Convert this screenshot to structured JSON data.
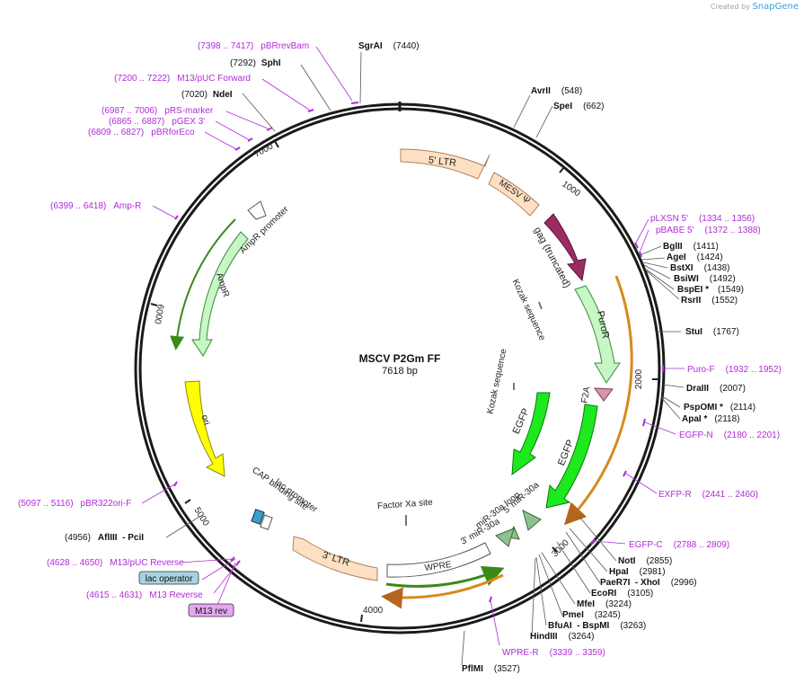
{
  "branding": {
    "created_by": "Created by",
    "brand": "SnapGene"
  },
  "plasmid": {
    "name": "MSCV P2Gm FF",
    "size": "7618 bp",
    "total_bp": 7618
  },
  "ticks": [
    "1000",
    "2000",
    "3000",
    "4000",
    "5000",
    "6000",
    "7000"
  ],
  "primer_color": "#b12bd6",
  "sites": [
    {
      "name": "SgrAI",
      "pos": "(7440)",
      "bp": 7440
    },
    {
      "name": "SphI",
      "pos": "(7292)",
      "bp": 7292
    },
    {
      "name": "NdeI",
      "pos": "(7020)",
      "bp": 7020
    },
    {
      "name": "AvrII",
      "pos": "(548)",
      "bp": 548
    },
    {
      "name": "SpeI",
      "pos": "(662)",
      "bp": 662
    },
    {
      "name": "BglII",
      "pos": "(1411)",
      "bp": 1411
    },
    {
      "name": "AgeI",
      "pos": "(1424)",
      "bp": 1424
    },
    {
      "name": "BstXI",
      "pos": "(1438)",
      "bp": 1438
    },
    {
      "name": "BsiWI",
      "pos": "(1492)",
      "bp": 1492
    },
    {
      "name": "BspEI *",
      "pos": "(1549)",
      "bp": 1549
    },
    {
      "name": "RsrII",
      "pos": "(1552)",
      "bp": 1552
    },
    {
      "name": "StuI",
      "pos": "(1767)",
      "bp": 1767
    },
    {
      "name": "DraIII",
      "pos": "(2007)",
      "bp": 2007
    },
    {
      "name": "PspOMI *",
      "pos": "(2114)",
      "bp": 2114
    },
    {
      "name": "ApaI *",
      "pos": "(2118)",
      "bp": 2118
    },
    {
      "name": "NotI",
      "pos": "(2855)",
      "bp": 2855
    },
    {
      "name": "HpaI",
      "pos": "(2981)",
      "bp": 2981
    },
    {
      "name": "PaeR7I  - XhoI",
      "pos": "(2996)",
      "bp": 2996
    },
    {
      "name": "EcoRI",
      "pos": "(3105)",
      "bp": 3105
    },
    {
      "name": "MfeI",
      "pos": "(3224)",
      "bp": 3224
    },
    {
      "name": "PmeI",
      "pos": "(3245)",
      "bp": 3245
    },
    {
      "name": "BfuAI  - BspMI",
      "pos": "(3263)",
      "bp": 3263
    },
    {
      "name": "HindIII",
      "pos": "(3264)",
      "bp": 3264
    },
    {
      "name": "PflMI",
      "pos": "(3527)",
      "bp": 3527
    },
    {
      "name": "AflIII  - PciI",
      "pos": "(4956)",
      "bp": 4956
    }
  ],
  "primers": [
    {
      "name": "pBRrevBam",
      "pos": "(7398 .. 7417)"
    },
    {
      "name": "M13/pUC Forward",
      "pos": "(7200 .. 7222)"
    },
    {
      "name": "pRS-marker",
      "pos": "(6987 .. 7006)"
    },
    {
      "name": "pGEX 3'",
      "pos": "(6865 .. 6887)"
    },
    {
      "name": "pBRforEco",
      "pos": "(6809 .. 6827)"
    },
    {
      "name": "Amp-R",
      "pos": "(6399 .. 6418)"
    },
    {
      "name": "pLXSN 5'",
      "pos": "(1334 .. 1356)"
    },
    {
      "name": "pBABE 5'",
      "pos": "(1372 .. 1388)"
    },
    {
      "name": "Puro-F",
      "pos": "(1932 .. 1952)"
    },
    {
      "name": "EGFP-N",
      "pos": "(2180 .. 2201)"
    },
    {
      "name": "EXFP-R",
      "pos": "(2441 .. 2460)"
    },
    {
      "name": "EGFP-C",
      "pos": "(2788 .. 2809)"
    },
    {
      "name": "WPRE-R",
      "pos": "(3339 .. 3359)"
    },
    {
      "name": "pBR322ori-F",
      "pos": "(5097 .. 5116)"
    },
    {
      "name": "M13/pUC Reverse",
      "pos": "(4628 .. 4650)"
    },
    {
      "name": "M13 Reverse",
      "pos": "(4615 .. 4631)"
    }
  ],
  "boxed_labels": [
    {
      "name": "lac operator",
      "fill": "#a7d3e0"
    },
    {
      "name": "M13 rev",
      "fill": "#e3a6f0"
    }
  ],
  "features": [
    {
      "name": "5' LTR",
      "color": "#fde0c2"
    },
    {
      "name": "MESV Ψ",
      "color": "#fde0c2"
    },
    {
      "name": "gag (truncated)",
      "color": "#9b2c62"
    },
    {
      "name": "PuroR",
      "color": "#c6f7c4"
    },
    {
      "name": "F2A",
      "color": "#d597ad"
    },
    {
      "name": "EGFP",
      "color": "#1ee81e"
    },
    {
      "name": "EGFP",
      "color": "#1ee81e"
    },
    {
      "name": "Kozak sequence",
      "color": "#777777"
    },
    {
      "name": "Kozak sequence",
      "color": "#777777"
    },
    {
      "name": "miR-30a loop",
      "color": "#8fc18f"
    },
    {
      "name": "5' miR-30a",
      "color": "#8fc18f"
    },
    {
      "name": "3' miR-30a",
      "color": "#8fc18f"
    },
    {
      "name": "Factor Xa site",
      "color": "#777777"
    },
    {
      "name": "WPRE",
      "color": "#ffffff"
    },
    {
      "name": "3' LTR",
      "color": "#fde0c2"
    },
    {
      "name": "ori",
      "color": "#ffff00"
    },
    {
      "name": "AmpR",
      "color": "#c6f7c4"
    },
    {
      "name": "AmpR promoter",
      "color": "#ffffff"
    },
    {
      "name": "CAP binding site",
      "color": "#3aa0c8"
    },
    {
      "name": "lac promoter",
      "color": "#ffffff"
    }
  ]
}
